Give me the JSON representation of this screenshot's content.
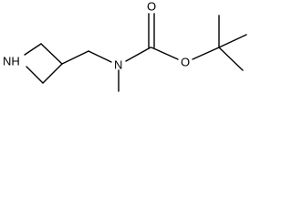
{
  "molecule": {
    "atoms": {
      "azetidine_nh": "NH",
      "carbamate_n": "N",
      "carbonyl_o": "O",
      "ester_o": "O"
    }
  }
}
